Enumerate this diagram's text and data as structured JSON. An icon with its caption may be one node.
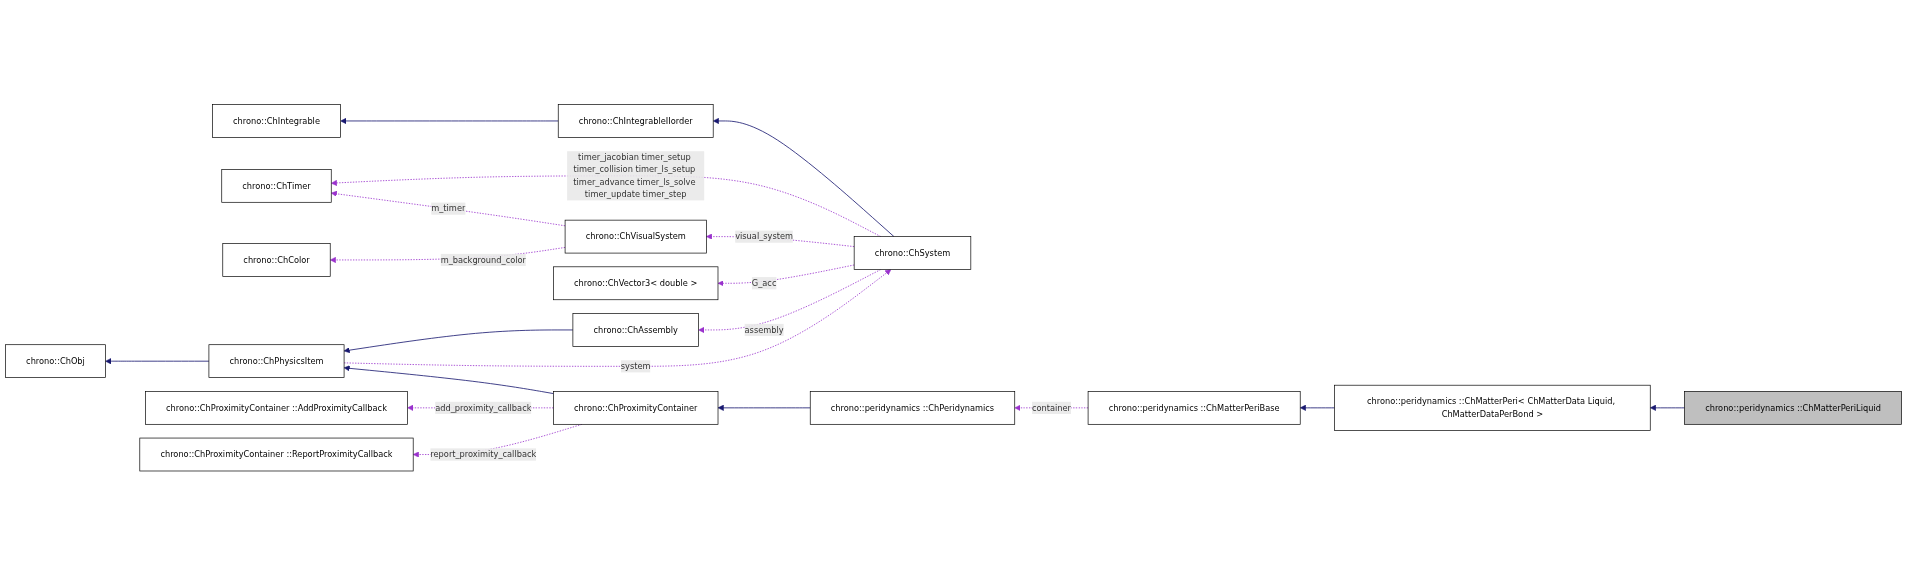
{
  "diagram": {
    "nodes": [
      {
        "text": [
          "chrono::ChIntegrable"
        ]
      },
      {
        "text": [
          "chrono::ChIntegrableIIorder"
        ]
      },
      {
        "text": [
          "chrono::ChTimer"
        ]
      },
      {
        "text": [
          "chrono::ChColor"
        ]
      },
      {
        "text": [
          "chrono::ChVisualSystem"
        ]
      },
      {
        "text": [
          "chrono::ChSystem"
        ]
      },
      {
        "text": [
          "chrono::ChVector3< double >"
        ]
      },
      {
        "text": [
          "chrono::ChObj"
        ]
      },
      {
        "text": [
          "chrono::ChPhysicsItem"
        ]
      },
      {
        "text": [
          "chrono::ChAssembly"
        ]
      },
      {
        "text": [
          "chrono::ChProximityContainer ::AddProximityCallback"
        ]
      },
      {
        "text": [
          "chrono::ChProximityContainer"
        ]
      },
      {
        "text": [
          "chrono::ChProximityContainer ::ReportProximityCallback"
        ]
      },
      {
        "text": [
          "chrono::peridynamics ::ChPeridynamics"
        ]
      },
      {
        "text": [
          "chrono::peridynamics ::ChMatterPeriBase"
        ]
      },
      {
        "text": [
          "chrono::peridynamics ::ChMatterPeri< ChMatterData Liquid, ChMatterDataPerBond >"
        ]
      },
      {
        "text": [
          "chrono::peridynamics ::ChMatterPeriLiquid"
        ]
      }
    ],
    "edges": [
      {
        "from": 1,
        "to": 0,
        "arrow": "to",
        "color": "#191970"
      },
      {
        "from": 5,
        "to": 1,
        "arrow": "to",
        "color": "#191970"
      },
      {
        "from": 5,
        "to": 2,
        "arrow": "to",
        "style": "dashed",
        "label": "timer_jacobian timer_setup timer_collision timer_ls_setup timer_advance timer_ls_solve timer_update timer_step"
      },
      {
        "from": 4,
        "to": 2,
        "arrow": "to",
        "style": "dashed",
        "label": "m_timer"
      },
      {
        "from": 4,
        "to": 3,
        "arrow": "to",
        "style": "dashed",
        "label": "m_background_color"
      },
      {
        "from": 5,
        "to": 4,
        "arrow": "to",
        "style": "dashed",
        "label": "visual_system"
      },
      {
        "from": 8,
        "to": 5,
        "arrow": "to",
        "style": "dashed",
        "label": "system"
      },
      {
        "from": 5,
        "to": 6,
        "arrow": "to",
        "style": "dashed",
        "label": "G_acc"
      },
      {
        "from": 5,
        "to": 9,
        "arrow": "to",
        "style": "dashed",
        "label": "assembly"
      },
      {
        "from": 8,
        "to": 7,
        "arrow": "to",
        "color": "#191970"
      },
      {
        "from": 9,
        "to": 8,
        "arrow": "to",
        "color": "#191970"
      },
      {
        "from": 11,
        "to": 8,
        "arrow": "to",
        "color": "#191970"
      },
      {
        "from": 11,
        "to": 10,
        "arrow": "to",
        "style": "dashed",
        "label": "add_proximity_callback"
      },
      {
        "from": 11,
        "to": 12,
        "arrow": "to",
        "style": "dashed",
        "label": "report_proximity_callback"
      },
      {
        "from": 13,
        "to": 11,
        "arrow": "to",
        "color": "#191970"
      },
      {
        "from": 14,
        "to": 13,
        "arrow": "to",
        "style": "dashed",
        "label": "container"
      },
      {
        "from": 15,
        "to": 14,
        "arrow": "to",
        "color": "#191970"
      },
      {
        "from": 16,
        "to": 15,
        "arrow": "to",
        "color": "#191970"
      }
    ]
  }
}
